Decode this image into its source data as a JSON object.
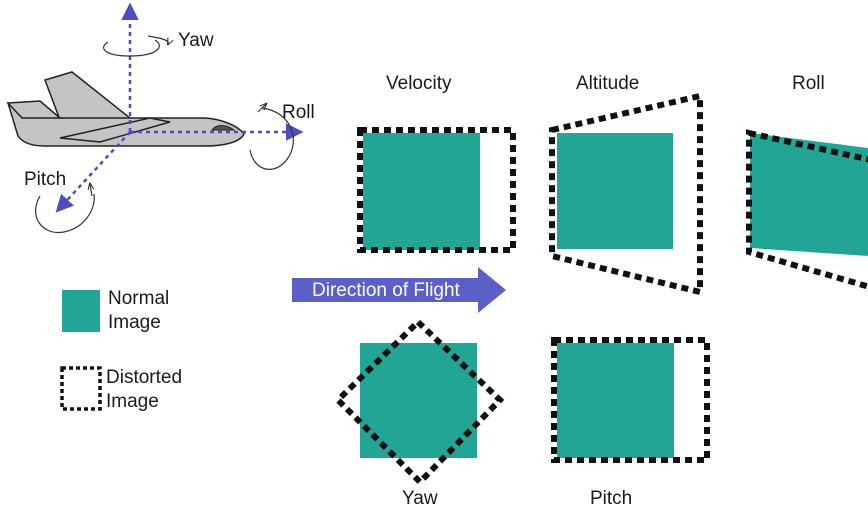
{
  "airplane": {
    "axis_labels": {
      "yaw": "Yaw",
      "roll": "Roll",
      "pitch": "Pitch"
    }
  },
  "legend": {
    "normal_label": "Normal\nImage",
    "distorted_label": "Distorted\nImage"
  },
  "flight_arrow": {
    "label": "Direction of Flight"
  },
  "panels": {
    "velocity": "Velocity",
    "altitude": "Altitude",
    "roll": "Roll",
    "yaw": "Yaw",
    "pitch": "Pitch"
  },
  "colors": {
    "normal_fill": "#23a596",
    "axis": "#4d4dbf",
    "arrow_fill": "#5b5fc7",
    "airplane_fill": "#c4c4c4",
    "outline": "#111111"
  }
}
